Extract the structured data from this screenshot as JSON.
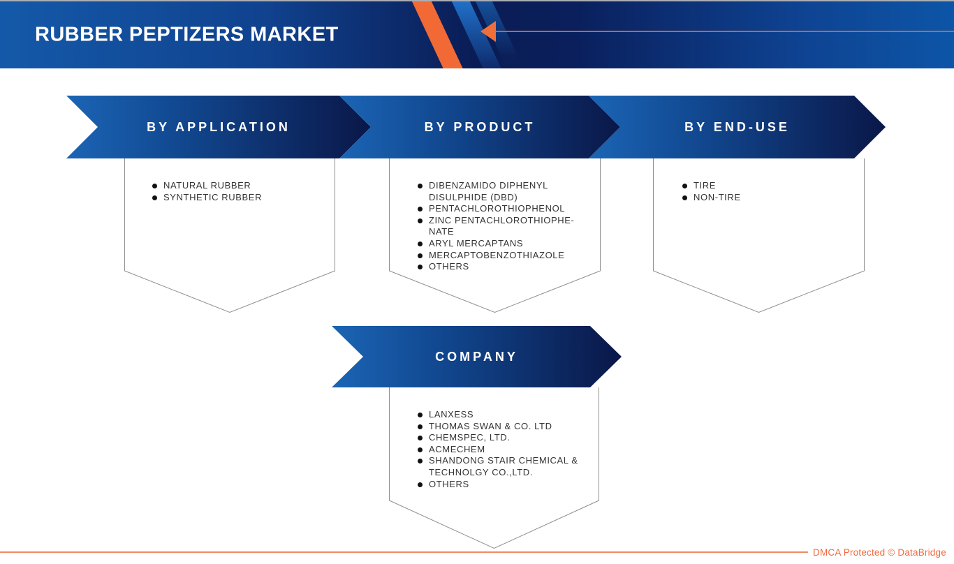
{
  "header": {
    "title": "RUBBER PEPTIZERS MARKET"
  },
  "sections": [
    {
      "label": "BY APPLICATION",
      "items": [
        "NATURAL RUBBER",
        "SYNTHETIC RUBBER"
      ]
    },
    {
      "label": "BY PRODUCT",
      "items": [
        "DIBENZAMIDO DIPHENYL\nDISULPHIDE (DBD)",
        "PENTACHLOROTHIOPHENOL",
        "ZINC PENTACHLOROTHIOPHE-\nNATE",
        "ARYL MERCAPTANS",
        "MERCAPTOBENZOTHIAZOLE",
        "OTHERS"
      ]
    },
    {
      "label": "BY END-USE",
      "items": [
        "TIRE",
        "NON-TIRE"
      ]
    },
    {
      "label": "COMPANY",
      "items": [
        "LANXESS",
        "THOMAS SWAN & CO. LTD",
        "CHEMSPEC, LTD.",
        "ACMECHEM",
        "SHANDONG STAIR CHEMICAL &\nTECHNOLGY CO.,LTD.",
        "OTHERS"
      ]
    }
  ],
  "footer": {
    "watermark": "DMCA Protected © DataBridge"
  },
  "colors": {
    "header_blue_left": "#1459a9",
    "header_navy_mid": "#0a1c55",
    "header_blue_right": "#0d55a7",
    "ribbon_blue": "#1b65b5",
    "ribbon_navy": "#0a1748",
    "accent_orange": "#f16a35",
    "arrow_orange": "#ef6f3b",
    "watermark_orange": "#f4673c",
    "outline_gray": "#8f8f8f",
    "text_dark": "#333333"
  }
}
